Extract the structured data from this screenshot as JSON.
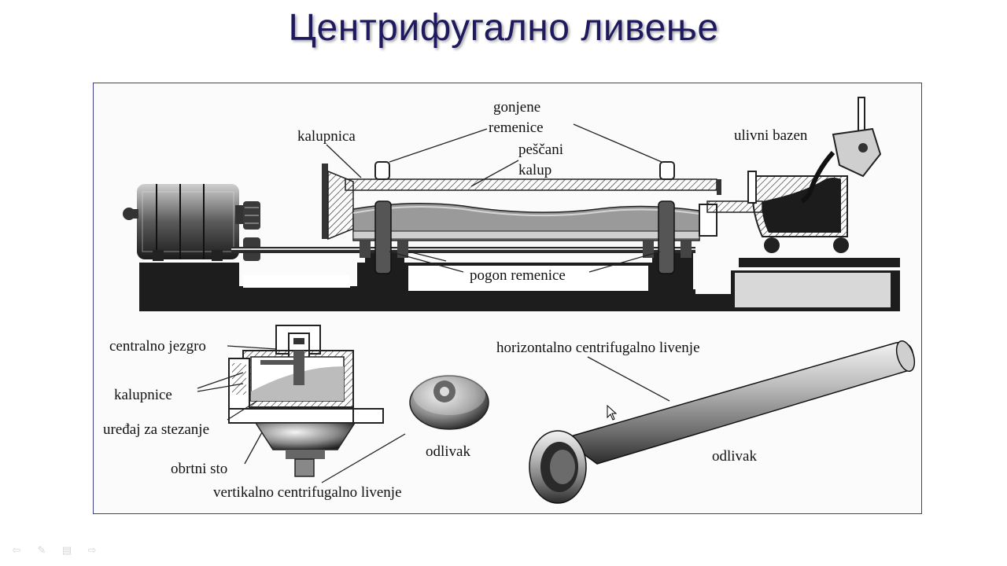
{
  "slide": {
    "title": "Центрифугално ливење"
  },
  "figure": {
    "labels": {
      "kalupnica": "kalupnica",
      "gonjene": "gonjene",
      "remenice": "remenice",
      "pescani": "peščani",
      "kalup": "kalup",
      "ulivni_bazen": "ulivni bazen",
      "pogon_remenice": "pogon remenice",
      "centralno_jezgro": "centralno jezgro",
      "kalupnice": "kalupnice",
      "uredjaj_za_stezanje": "uređaj za stezanje",
      "obrtni_sto": "obrtni sto",
      "vertikalno": "vertikalno centrifugalno livenje",
      "odlivak_small": "odlivak",
      "horizontalno": "horizontalno centrifugalno livenje",
      "odlivak_pipe": "odlivak"
    }
  },
  "nav": {
    "icons": [
      "back-arrow-icon",
      "pen-icon",
      "menu-icon",
      "forward-arrow-icon"
    ],
    "glyphs": [
      "⇦",
      "✎",
      "▤",
      "⇨"
    ]
  }
}
